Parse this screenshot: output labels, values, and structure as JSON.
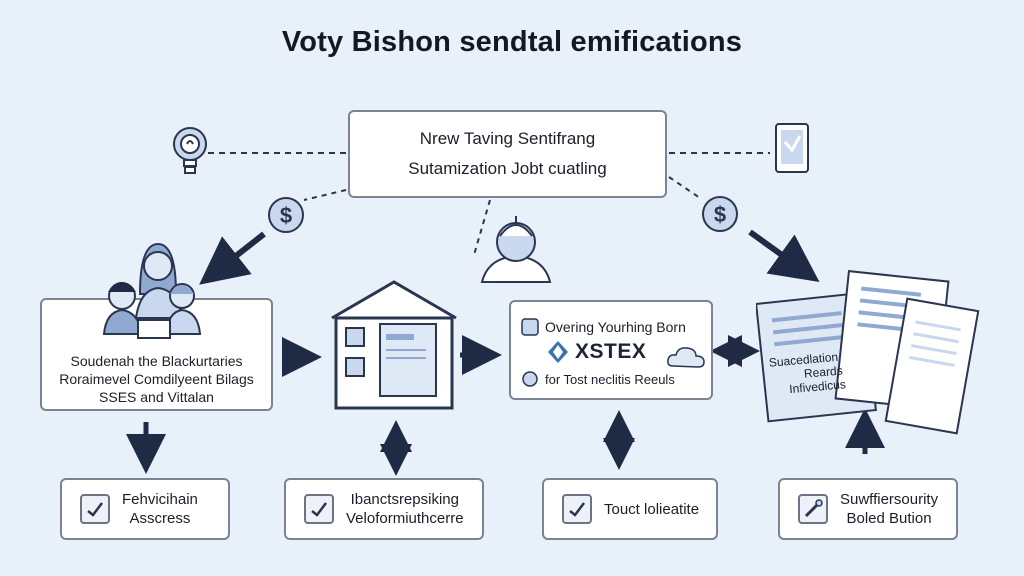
{
  "title": "Voty Bishon sendtal emifications",
  "top_box": {
    "line1": "Nrew Taving Sentifrang",
    "line2": "Sutamization Jobt cuatling"
  },
  "family_box": {
    "line1": "Soudenah the Blackurtaries",
    "line2": "Roraimevel Comdilyeent Bilags",
    "line3": "SSES and Vittalan"
  },
  "card_box": {
    "line1": "Overing Yourhing Born",
    "big": "XSTEX",
    "line3": "for Tost neclitis Reeuls"
  },
  "documents": {
    "line1": "Suacedlation",
    "line2": "Reards",
    "line3": "Infivedicus"
  },
  "bottom_boxes": [
    {
      "line1": "Fehvicihain",
      "line2": "Asscress"
    },
    {
      "line1": "Ibanctsrepsiking",
      "line2": "Veloformiuthcerre"
    },
    {
      "line1": "Touct lolieatite",
      "line2": ""
    },
    {
      "line1": "Suwffiersourity",
      "line2": "Boled Bution"
    }
  ],
  "colors": {
    "background": "#e8f0fa",
    "arrow": "#1f2a44",
    "icon_fill": "#c9d8ee",
    "icon_stroke": "#2a3550"
  },
  "icons": [
    "lightbulb-icon",
    "dollar-icon",
    "person-icon",
    "family-icon",
    "house-icon",
    "cloud-icon",
    "checkbox-icon",
    "document-icon",
    "tablet-icon"
  ]
}
